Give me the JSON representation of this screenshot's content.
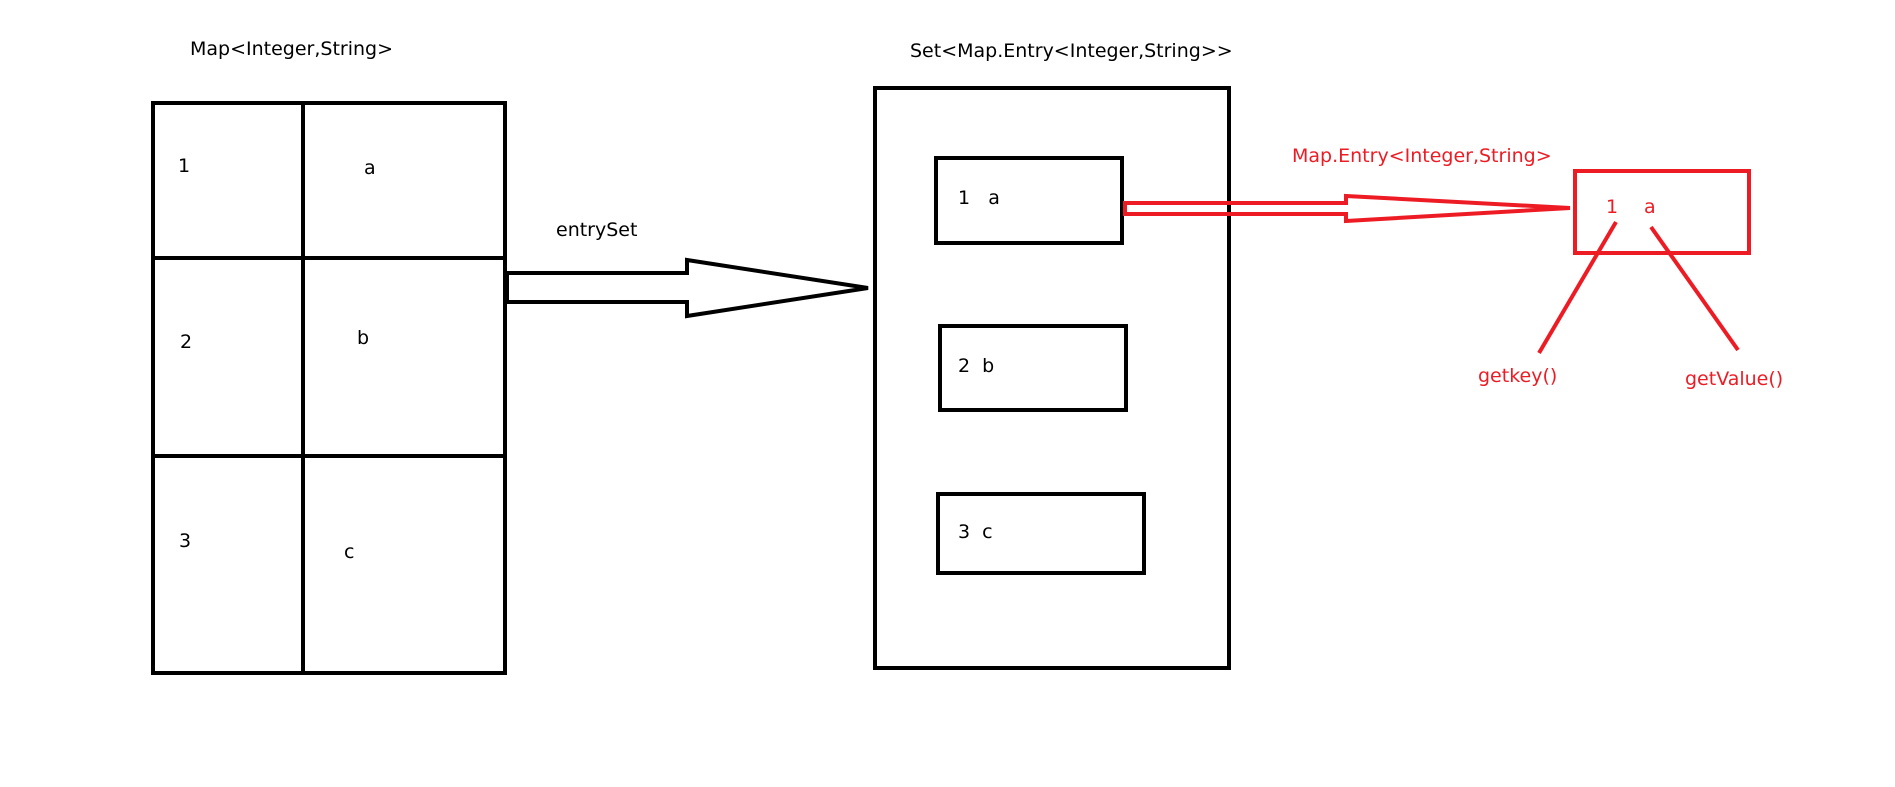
{
  "colors": {
    "ink": "#000000",
    "accent": "#ed1c24",
    "background": "#ffffff"
  },
  "map": {
    "title": "Map<Integer,String>",
    "rows": [
      {
        "key": "1",
        "value": "a"
      },
      {
        "key": "2",
        "value": "b"
      },
      {
        "key": "3",
        "value": "c"
      }
    ]
  },
  "arrow_label": "entrySet",
  "set": {
    "title": "Set<Map.Entry<Integer,String>>",
    "entries": [
      "1   a",
      "2  b",
      "3  c"
    ]
  },
  "entry": {
    "title": "Map.Entry<Integer,String>",
    "key": "1",
    "value": "a",
    "key_method": "getkey()",
    "value_method": "getValue()"
  }
}
